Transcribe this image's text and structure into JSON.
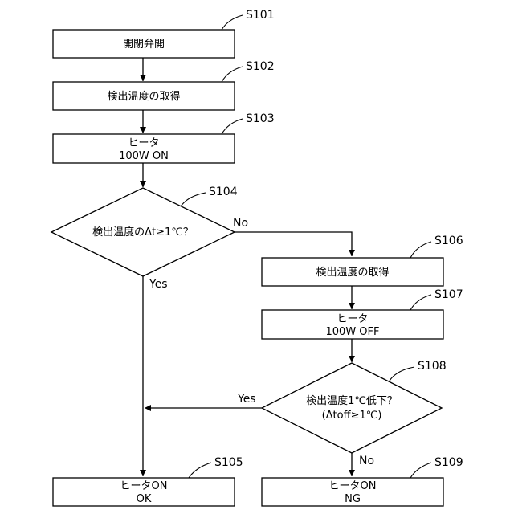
{
  "steps": {
    "s101": {
      "id": "S101",
      "lines": [
        "開閉弁開"
      ]
    },
    "s102": {
      "id": "S102",
      "lines": [
        "検出温度の取得"
      ]
    },
    "s103": {
      "id": "S103",
      "lines": [
        "ヒータ",
        "100W ON"
      ]
    },
    "s104": {
      "id": "S104",
      "lines": [
        "検出温度のΔt≥1℃？"
      ]
    },
    "s105": {
      "id": "S105",
      "lines": [
        "ヒータON",
        "OK"
      ]
    },
    "s106": {
      "id": "S106",
      "lines": [
        "検出温度の取得"
      ]
    },
    "s107": {
      "id": "S107",
      "lines": [
        "ヒータ",
        "100W OFF"
      ]
    },
    "s108": {
      "id": "S108",
      "lines": [
        "検出温度1℃低下？",
        "(Δtoff≥1℃)"
      ]
    },
    "s109": {
      "id": "S109",
      "lines": [
        "ヒータON",
        "NG"
      ]
    }
  },
  "branches": {
    "s104_no": "No",
    "s104_yes": "Yes",
    "s108_yes": "Yes",
    "s108_no": "No"
  }
}
